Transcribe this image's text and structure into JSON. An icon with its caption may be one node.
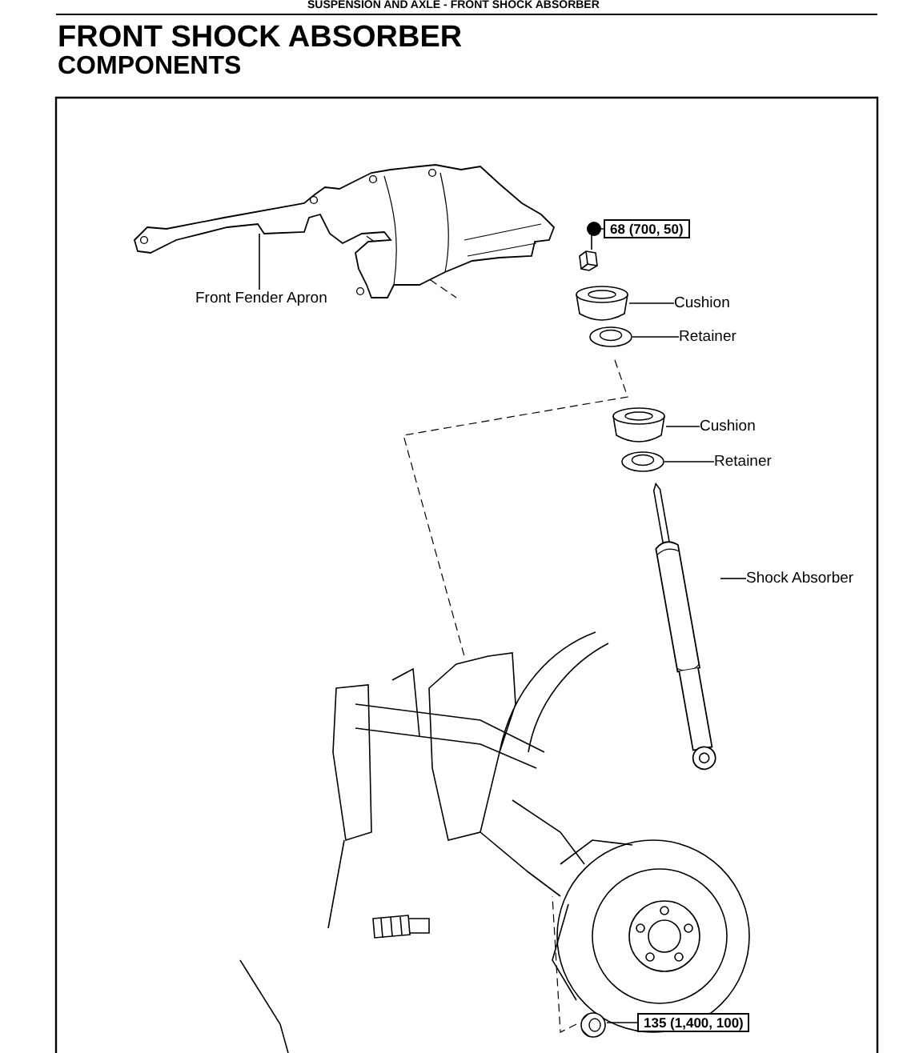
{
  "diagram": {
    "title": "FRONT SHOCK ABSORBER",
    "nodes": [
      {
        "text": [
          "Front Fender Apron"
        ]
      },
      {
        "text": [],
        "shape": "picture"
      },
      {
        "text": [
          "68 (700, 50)"
        ]
      },
      {
        "text": [],
        "shape": "picture"
      },
      {
        "text": [
          "Cushion"
        ]
      },
      {
        "text": [],
        "shape": "cylinder"
      },
      {
        "text": [
          "Retainer"
        ]
      },
      {
        "text": [],
        "shape": "picture"
      },
      {
        "text": [
          "Cushion"
        ]
      },
      {
        "text": [],
        "shape": "cylinder"
      },
      {
        "text": [
          "Retainer"
        ]
      },
      {
        "text": [],
        "shape": "picture"
      },
      {
        "text": [
          "Shock Absorber"
        ]
      },
      {
        "text": [],
        "shape": "picture"
      },
      {
        "text": [
          "135 (1,400, 100)"
        ]
      },
      {
        "text": [],
        "shape": "picture"
      }
    ],
    "edges": [
      {
        "from": 0,
        "to": 1,
        "arrow": "none"
      },
      {
        "from": 2,
        "to": 3,
        "arrow": "other"
      },
      {
        "from": 4,
        "to": 5,
        "arrow": "none"
      },
      {
        "from": 6,
        "to": 7,
        "arrow": "none"
      },
      {
        "from": 8,
        "to": 9,
        "arrow": "none"
      },
      {
        "from": 10,
        "to": 11,
        "arrow": "none"
      },
      {
        "from": 12,
        "to": 13,
        "arrow": "none"
      },
      {
        "from": 14,
        "to": 15,
        "arrow": "none"
      }
    ],
    "labels": [
      "SUSPENSION AND AXLE - FRONT SHOCK ABSORBER",
      "COMPONENTS"
    ]
  }
}
